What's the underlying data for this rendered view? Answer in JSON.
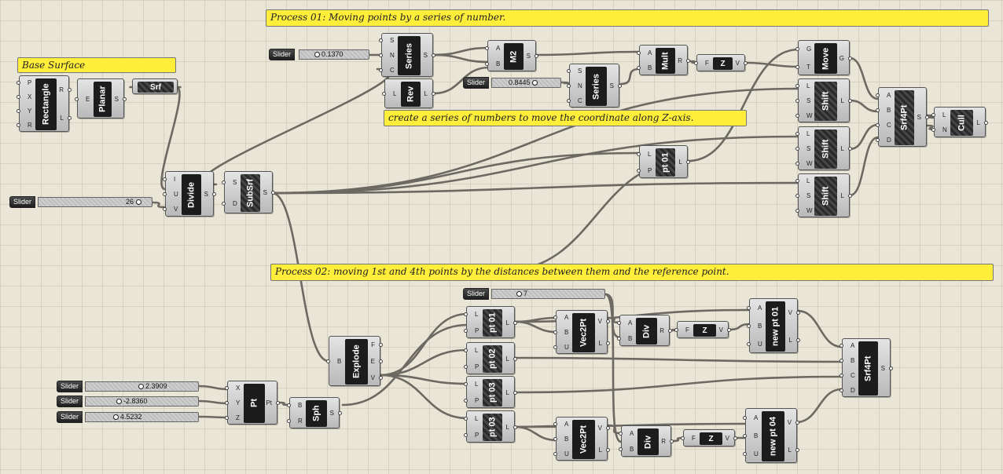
{
  "canvas": {
    "background": "#e9e5d7",
    "grid": true,
    "wire_color": "#6c6962",
    "panel_color": "#ffee3a"
  },
  "panels": {
    "process01": "Process 01: Moving points by a series of number.",
    "base_surface": "Base Surface",
    "create_series": "create a series of numbers to move the coordinate along Z-axis.",
    "process02": "Process 02: moving 1st and 4th points by the distances between them and the reference point."
  },
  "sliders": {
    "s1370": {
      "label": "Slider",
      "value": "0.1370"
    },
    "s8445": {
      "label": "Slider",
      "value": "0.8445"
    },
    "s26": {
      "label": "Slider",
      "value": "26"
    },
    "s7": {
      "label": "Slider",
      "value": "7"
    },
    "sx": {
      "label": "Slider",
      "value": "2.3909"
    },
    "sy": {
      "label": "Slider",
      "value": "-2.8360"
    },
    "sz": {
      "label": "Slider",
      "value": "4.5232"
    }
  },
  "components": {
    "rectangle": {
      "name": "Rectangle",
      "inputs": [
        "P",
        "X",
        "Y",
        "R"
      ],
      "outputs": [
        "R",
        "L"
      ]
    },
    "planar": {
      "name": "Planar",
      "inputs": [
        "E"
      ],
      "outputs": [
        "S"
      ]
    },
    "srf": {
      "name": "Srf"
    },
    "divide": {
      "name": "Divide",
      "inputs": [
        "I",
        "U",
        "V"
      ],
      "outputs": [
        "S"
      ]
    },
    "subsrf": {
      "name": "SubSrf",
      "inputs": [
        "S",
        "D"
      ],
      "outputs": [
        "S"
      ]
    },
    "series1": {
      "name": "Series",
      "inputs": [
        "S",
        "N",
        "C"
      ],
      "outputs": [
        "S"
      ]
    },
    "rev": {
      "name": "Rev",
      "inputs": [
        "L"
      ],
      "outputs": [
        "L"
      ]
    },
    "m2": {
      "name": "M2",
      "inputs": [
        "A",
        "B"
      ],
      "outputs": [
        "S"
      ]
    },
    "series2": {
      "name": "Series",
      "inputs": [
        "S",
        "N",
        "C"
      ],
      "outputs": [
        "S"
      ]
    },
    "mult": {
      "name": "Mult",
      "inputs": [
        "A",
        "B"
      ],
      "outputs": [
        "R"
      ]
    },
    "z1": {
      "name": "Z",
      "inputs": [
        "F"
      ],
      "outputs": [
        "V"
      ]
    },
    "move": {
      "name": "Move",
      "inputs": [
        "G",
        "T"
      ],
      "outputs": [
        "G"
      ]
    },
    "shift1": {
      "name": "Shift",
      "inputs": [
        "L",
        "S",
        "W"
      ],
      "outputs": [
        "L"
      ]
    },
    "shift2": {
      "name": "Shift",
      "inputs": [
        "L",
        "S",
        "W"
      ],
      "outputs": [
        "L"
      ]
    },
    "shift3": {
      "name": "Shift",
      "inputs": [
        "L",
        "S",
        "W"
      ],
      "outputs": [
        "L"
      ]
    },
    "srf4pt1": {
      "name": "Srf4Pt",
      "inputs": [
        "A",
        "B",
        "C",
        "D"
      ],
      "outputs": [
        "S"
      ]
    },
    "cull": {
      "name": "Cull",
      "inputs": [
        "L",
        "N"
      ],
      "outputs": [
        "L"
      ]
    },
    "pt01top": {
      "name": "pt 01",
      "inputs": [
        "L",
        "P"
      ],
      "outputs": [
        "L"
      ]
    },
    "explode": {
      "name": "Explode",
      "inputs": [
        "B"
      ],
      "outputs": [
        "F",
        "E",
        "V"
      ]
    },
    "pt01": {
      "name": "pt 01",
      "inputs": [
        "L",
        "P"
      ],
      "outputs": [
        "L"
      ]
    },
    "pt02": {
      "name": "pt 02",
      "inputs": [
        "L",
        "P"
      ],
      "outputs": [
        "L"
      ]
    },
    "pt03a": {
      "name": "pt 03",
      "inputs": [
        "L",
        "P"
      ],
      "outputs": [
        "L"
      ]
    },
    "pt03b": {
      "name": "pt 03",
      "inputs": [
        "L",
        "P"
      ],
      "outputs": [
        "L"
      ]
    },
    "vec2pt1": {
      "name": "Vec2Pt",
      "inputs": [
        "A",
        "B",
        "U"
      ],
      "outputs": [
        "V",
        "L"
      ]
    },
    "vec2pt2": {
      "name": "Vec2Pt",
      "inputs": [
        "A",
        "B",
        "U"
      ],
      "outputs": [
        "V",
        "L"
      ]
    },
    "div1": {
      "name": "Div",
      "inputs": [
        "A",
        "B"
      ],
      "outputs": [
        "R"
      ]
    },
    "div2": {
      "name": "Div",
      "inputs": [
        "A",
        "B"
      ],
      "outputs": [
        "R"
      ]
    },
    "z2": {
      "name": "Z",
      "inputs": [
        "F"
      ],
      "outputs": [
        "V"
      ]
    },
    "z3": {
      "name": "Z",
      "inputs": [
        "F"
      ],
      "outputs": [
        "V"
      ]
    },
    "newpt01": {
      "name": "new pt 01",
      "inputs": [
        "A",
        "B",
        "U"
      ],
      "outputs": [
        "V",
        "L"
      ]
    },
    "newpt04": {
      "name": "new pt 04",
      "inputs": [
        "A",
        "B",
        "U"
      ],
      "outputs": [
        "V",
        "L"
      ]
    },
    "srf4pt2": {
      "name": "Srf4Pt",
      "inputs": [
        "A",
        "B",
        "C",
        "D"
      ],
      "outputs": [
        "S"
      ]
    },
    "pt": {
      "name": "Pt",
      "inputs": [
        "X",
        "Y",
        "Z"
      ],
      "outputs": [
        "Pt"
      ]
    },
    "sph": {
      "name": "Sph",
      "inputs": [
        "B",
        "R"
      ],
      "outputs": [
        "S"
      ]
    }
  }
}
